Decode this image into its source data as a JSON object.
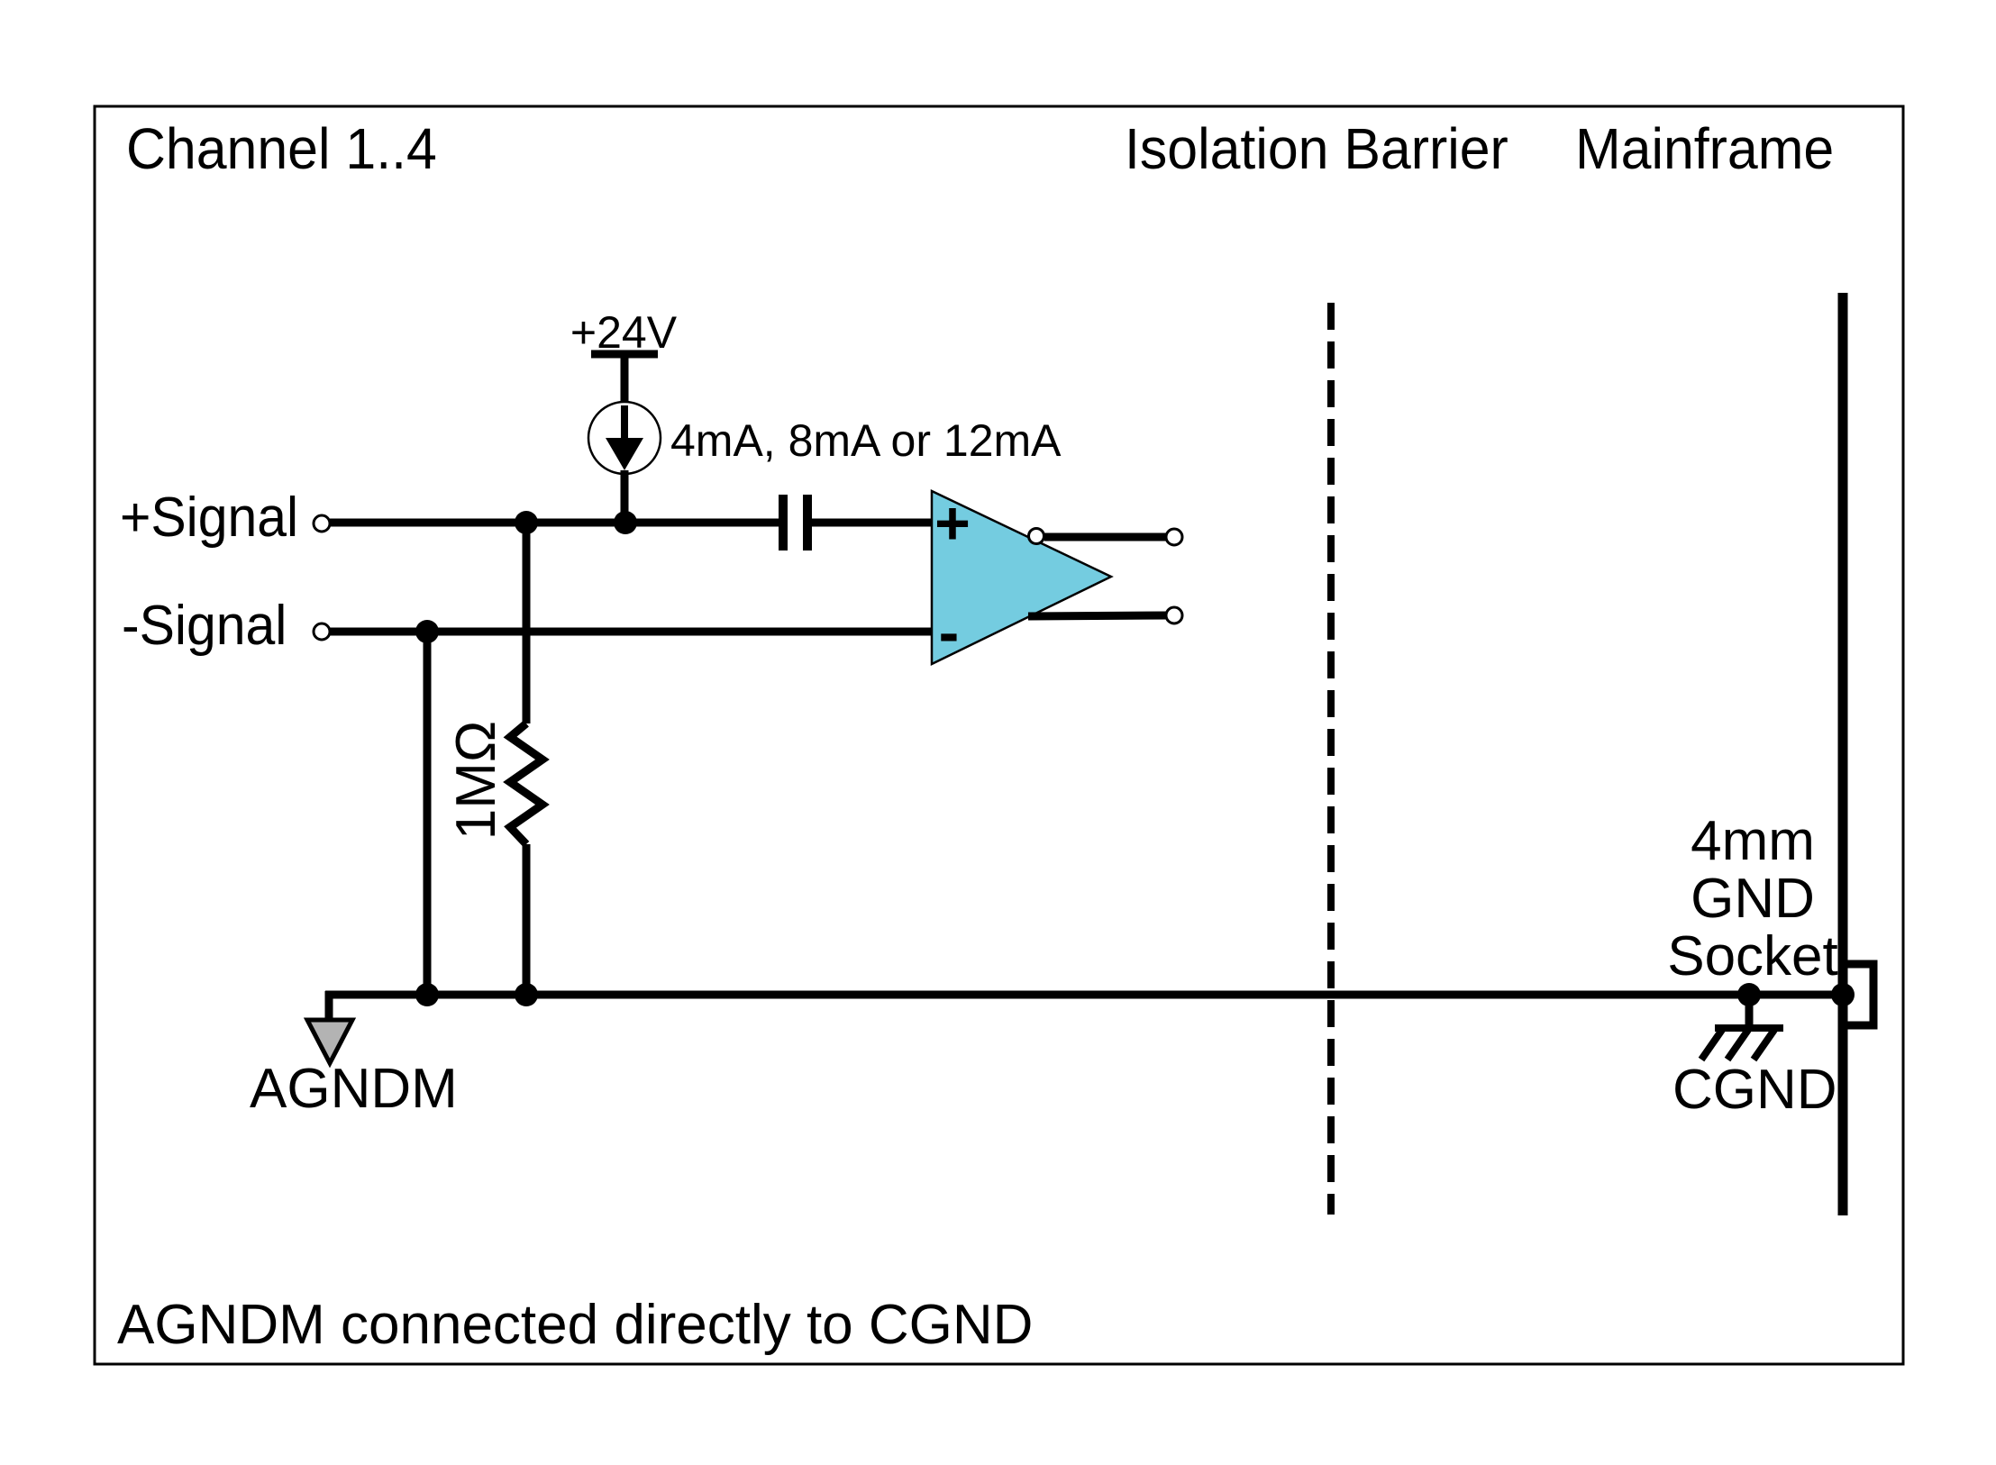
{
  "diagram": {
    "title": "Channel 1..4",
    "header": {
      "isolation_barrier": "Isolation Barrier",
      "mainframe": "Mainframe"
    },
    "supply": {
      "voltage": "+24V",
      "current_options": "4mA, 8mA or 12mA"
    },
    "inputs": {
      "plus_signal": "+Signal",
      "minus_signal": "-Signal"
    },
    "opamp": {
      "noninverting_mark": "+",
      "inverting_mark": "-"
    },
    "resistor": {
      "value": "1MΩ"
    },
    "grounds": {
      "agndm": "AGNDM",
      "cgnd": "CGND",
      "socket": "4mm\nGND\nSocket"
    },
    "footnote": "AGNDM connected directly to CGND",
    "colors": {
      "opamp_fill": "#74CCE0",
      "agndm_arrow_fill": "#B3B3B3",
      "line": "#000000"
    }
  }
}
